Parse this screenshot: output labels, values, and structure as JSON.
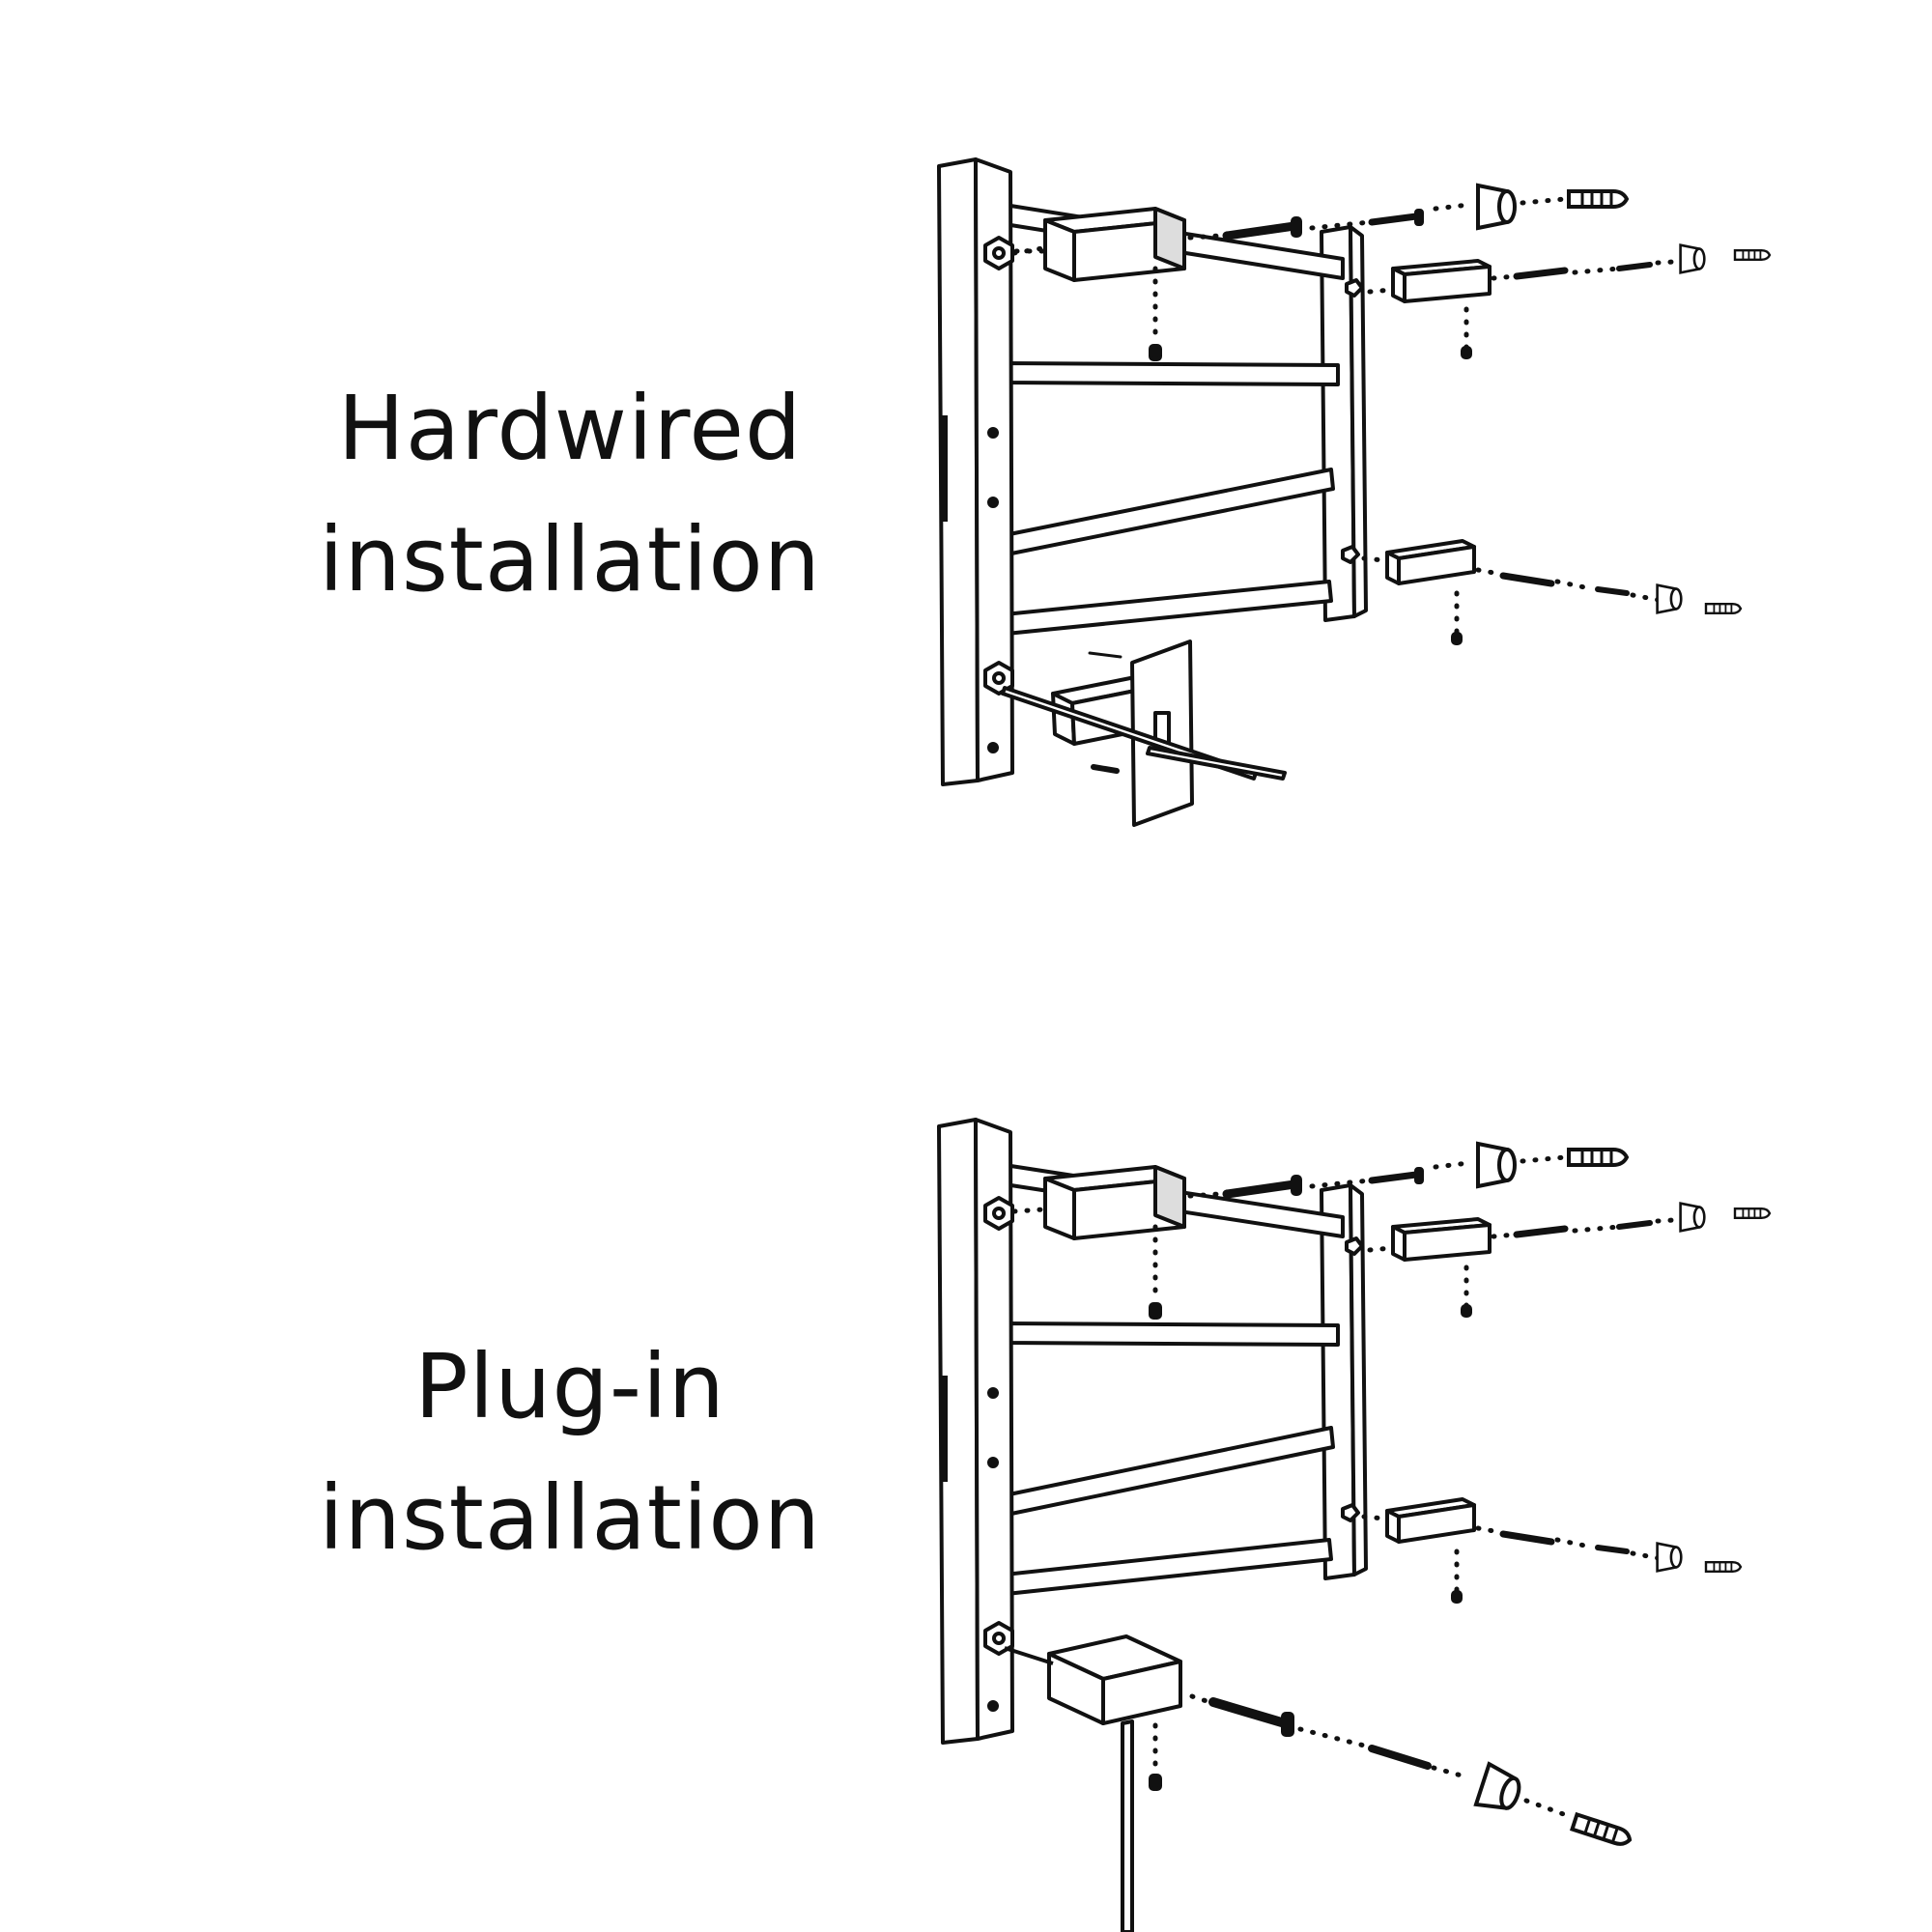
{
  "sections": [
    {
      "id": "hardwired",
      "line1": "Hardwired",
      "line2": "installation"
    },
    {
      "id": "plugin",
      "line1": "Plug-in",
      "line2": "installation"
    }
  ]
}
